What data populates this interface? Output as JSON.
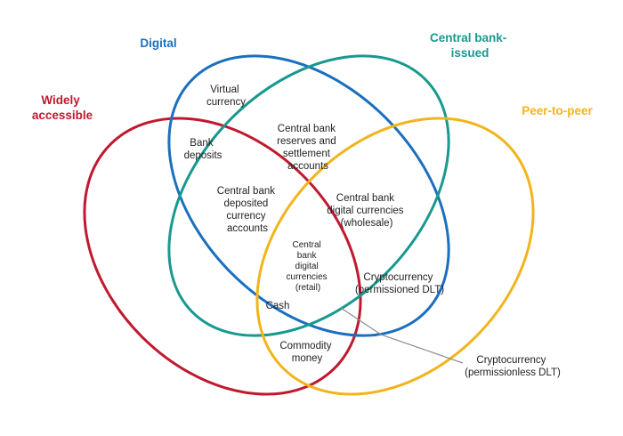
{
  "colors": {
    "widely_accessible": "#c0192f",
    "digital": "#1b6fbf",
    "central_bank_issued": "#18998f",
    "peer_to_peer": "#f2b41c",
    "text": "#222222",
    "leader_line": "#8c8c8c"
  },
  "sets": {
    "widely_accessible": [
      "Widely",
      "accessible"
    ],
    "digital": [
      "Digital"
    ],
    "central_bank_issued": [
      "Central bank-",
      "issued"
    ],
    "peer_to_peer": [
      "Peer-to-peer"
    ]
  },
  "regions": {
    "virtual_currency": [
      "Virtual",
      "currency"
    ],
    "bank_deposits": [
      "Bank",
      "deposits"
    ],
    "cb_reserves": [
      "Central bank",
      "reserves and",
      "settlement",
      "accounts"
    ],
    "cb_deposited_accounts": [
      "Central bank",
      "deposited",
      "currency",
      "accounts"
    ],
    "cbdc_wholesale": [
      "Central bank",
      "digital currencies",
      "(wholesale)"
    ],
    "cbdc_retail": [
      "Central",
      "bank",
      "digital",
      "currencies",
      "(retail)"
    ],
    "crypto_permissioned": [
      "Cryptocurrency",
      "(permissioned DLT)"
    ],
    "cash": [
      "Cash"
    ],
    "commodity_money": [
      "Commodity",
      "money"
    ],
    "crypto_permissionless": [
      "Cryptocurrency",
      "(permissionless DLT)"
    ]
  }
}
